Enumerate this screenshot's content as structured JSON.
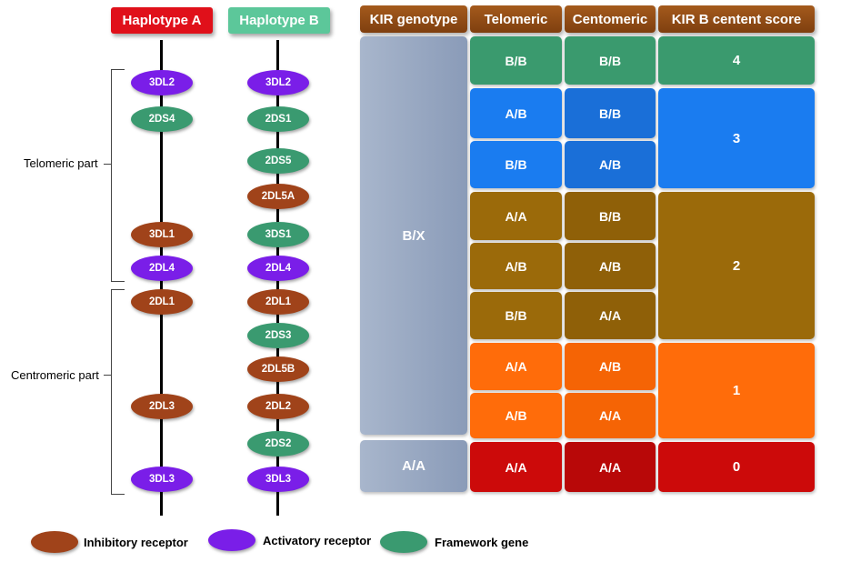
{
  "haplotypes": {
    "a_title": "Haplotype A",
    "b_title": "Haplotype B"
  },
  "parts": {
    "telomeric": "Telomeric part",
    "centromeric": "Centromeric part"
  },
  "haplotype_a_genes": [
    "3DL2",
    "2DS4",
    "3DL1",
    "2DL4",
    "2DL1",
    "2DL3",
    "3DL3"
  ],
  "haplotype_b_genes": [
    "3DL2",
    "2DS1",
    "2DS5",
    "2DL5A",
    "3DS1",
    "2DL4",
    "2DL1",
    "2DS3",
    "2DL5B",
    "2DL2",
    "2DS2",
    "3DL3"
  ],
  "table": {
    "headers": [
      "KIR genotype",
      "Telomeric",
      "Centomeric",
      "KIR B centent score"
    ],
    "genotype_bx": "B/X",
    "genotype_aa": "A/A",
    "rows": [
      {
        "tel": "B/B",
        "cen": "B/B"
      },
      {
        "tel": "A/B",
        "cen": "B/B"
      },
      {
        "tel": "B/B",
        "cen": "A/B"
      },
      {
        "tel": "A/A",
        "cen": "B/B"
      },
      {
        "tel": "A/B",
        "cen": "A/B"
      },
      {
        "tel": "B/B",
        "cen": "A/A"
      },
      {
        "tel": "A/A",
        "cen": "A/B"
      },
      {
        "tel": "A/B",
        "cen": "A/A"
      },
      {
        "tel": "A/A",
        "cen": "A/A"
      }
    ],
    "scores": [
      "4",
      "3",
      "2",
      "1",
      "0"
    ]
  },
  "legend": {
    "inhibitory": "Inhibitory receptor",
    "activatory": "Activatory receptor",
    "framework": "Framework gene"
  },
  "colors": {
    "inhibitory": "#a0431a",
    "activatory": "#7a1ee8",
    "framework": "#3a9a70",
    "haplotype_a": "#e0101a",
    "haplotype_b": "#5cc79a",
    "header": "#8b4513",
    "genotype": "#9aaac4",
    "score4": "#3a9a6e",
    "score3": "#1a7cf0",
    "score2": "#9b6a0a",
    "score1": "#ff6c0a",
    "score0": "#cc0a0a"
  }
}
